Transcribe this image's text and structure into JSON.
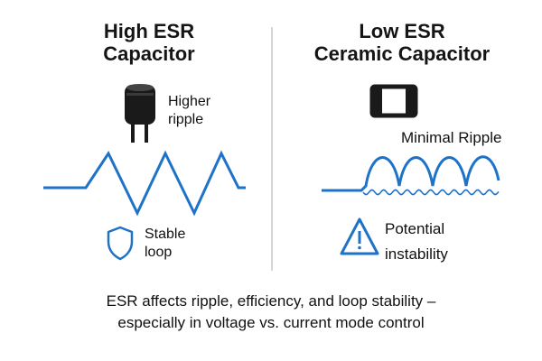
{
  "left_panel": {
    "title_line1": "High ESR",
    "title_line2": "Capacitor",
    "component_icon": "electrolytic-capacitor-icon",
    "ripple_label": "Higher ripple",
    "waveform": "triangle-ripple-waveform",
    "status_icon": "shield-icon",
    "status_label": "Stable loop"
  },
  "right_panel": {
    "title_line1": "Low ESR",
    "title_line2": "Ceramic Capacitor",
    "component_icon": "ceramic-capacitor-icon",
    "ripple_label": "Minimal Ripple",
    "waveform": "sine-ripple-waveform",
    "status_icon": "warning-triangle-icon",
    "status_label": "Potential instability"
  },
  "caption": {
    "line1": "ESR affects ripple, efficiency, and loop stability –",
    "line2": "especially in voltage vs. current mode control"
  },
  "colors": {
    "accent_blue": "#1e73c8",
    "icon_dark": "#1a1a1a",
    "divider": "#d6d6d6"
  }
}
